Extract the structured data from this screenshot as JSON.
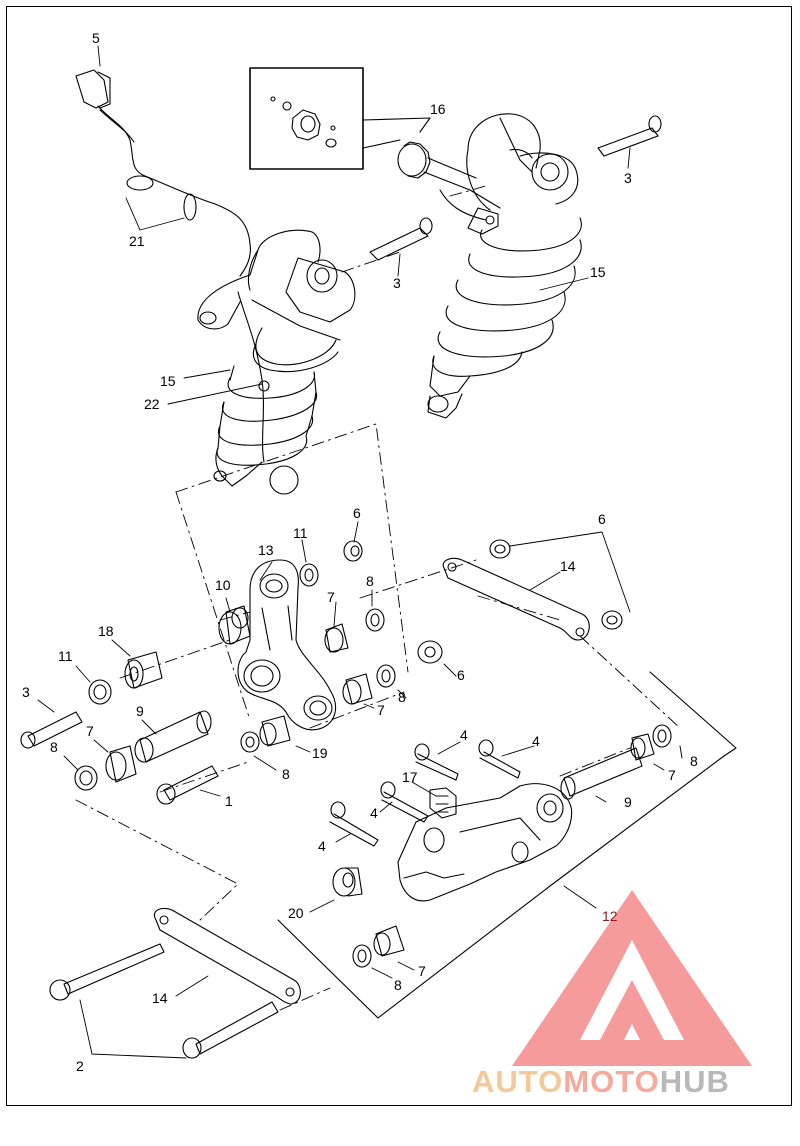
{
  "diagram": {
    "callouts": [
      {
        "id": "c5a",
        "text": "5"
      },
      {
        "id": "c16",
        "text": "16"
      },
      {
        "id": "c3a",
        "text": "3"
      },
      {
        "id": "c3b",
        "text": "3"
      },
      {
        "id": "c21",
        "text": "21"
      },
      {
        "id": "c15a",
        "text": "15"
      },
      {
        "id": "c15b",
        "text": "15"
      },
      {
        "id": "c22",
        "text": "22"
      },
      {
        "id": "c13",
        "text": "13"
      },
      {
        "id": "c11a",
        "text": "11"
      },
      {
        "id": "c6a",
        "text": "6"
      },
      {
        "id": "c6b",
        "text": "6"
      },
      {
        "id": "c14a",
        "text": "14"
      },
      {
        "id": "c10",
        "text": "10"
      },
      {
        "id": "c7a",
        "text": "7"
      },
      {
        "id": "c8a",
        "text": "8"
      },
      {
        "id": "c18",
        "text": "18"
      },
      {
        "id": "c11b",
        "text": "11"
      },
      {
        "id": "c6c",
        "text": "6"
      },
      {
        "id": "c3c",
        "text": "3"
      },
      {
        "id": "c9a",
        "text": "9"
      },
      {
        "id": "c8b",
        "text": "8"
      },
      {
        "id": "c7b",
        "text": "7"
      },
      {
        "id": "c7c",
        "text": "7"
      },
      {
        "id": "c8c",
        "text": "8"
      },
      {
        "id": "c19",
        "text": "19"
      },
      {
        "id": "c4a",
        "text": "4"
      },
      {
        "id": "c4b",
        "text": "4"
      },
      {
        "id": "c17",
        "text": "17"
      },
      {
        "id": "c8d",
        "text": "8"
      },
      {
        "id": "c1",
        "text": "1"
      },
      {
        "id": "c4c",
        "text": "4"
      },
      {
        "id": "c7d",
        "text": "7"
      },
      {
        "id": "c8e",
        "text": "8"
      },
      {
        "id": "c9b",
        "text": "9"
      },
      {
        "id": "c4d",
        "text": "4"
      },
      {
        "id": "c20",
        "text": "20"
      },
      {
        "id": "c12",
        "text": "12"
      },
      {
        "id": "c7e",
        "text": "7"
      },
      {
        "id": "c14b",
        "text": "14"
      },
      {
        "id": "c8f",
        "text": "8"
      },
      {
        "id": "c2",
        "text": "2"
      }
    ]
  },
  "watermark": {
    "part1": "AUTO",
    "part2": "MOTO",
    "part3": "HUB",
    "colors": {
      "part1": "#f5c89a",
      "part2": "#f7a99a",
      "part3": "#b8b8b8",
      "triangle": "#f48a8a"
    }
  }
}
